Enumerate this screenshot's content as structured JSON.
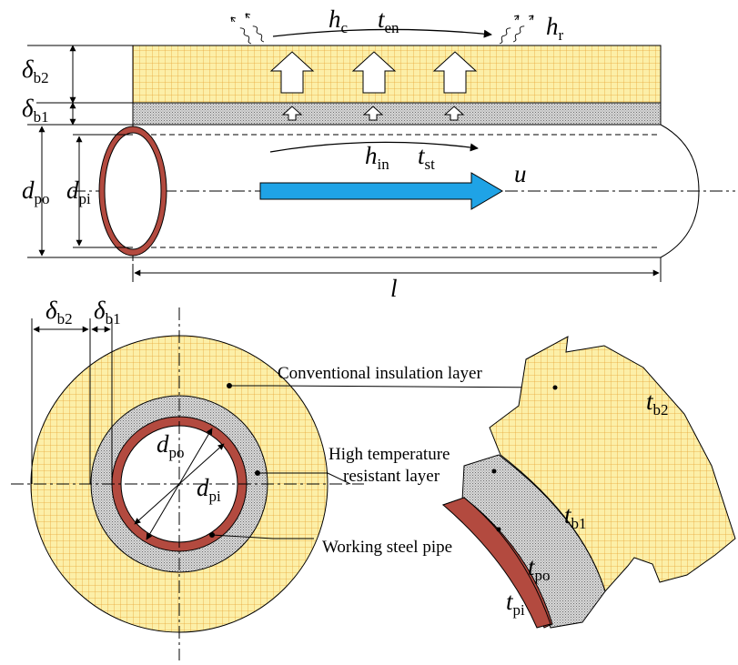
{
  "colors": {
    "insulation": "#fcefa8",
    "insulation_grid": "#e8a63a",
    "resistant": "#d7d7d7",
    "steel": "#b34a3f",
    "flow": "#1fa3e6"
  },
  "top_view": {
    "h_c": {
      "base": "h",
      "sub": "c"
    },
    "t_en": {
      "base": "t",
      "sub": "en"
    },
    "h_r": {
      "base": "h",
      "sub": "r"
    },
    "h_in": {
      "base": "h",
      "sub": "in"
    },
    "t_st": {
      "base": "t",
      "sub": "st"
    },
    "u": "u",
    "delta_b2": {
      "base": "δ",
      "sub": "b2"
    },
    "delta_b1": {
      "base": "δ",
      "sub": "b1"
    },
    "d_po": {
      "base": "d",
      "sub": "po"
    },
    "d_pi": {
      "base": "d",
      "sub": "pi"
    },
    "l": "l"
  },
  "cross_section": {
    "delta_b2": {
      "base": "δ",
      "sub": "b2"
    },
    "delta_b1": {
      "base": "δ",
      "sub": "b1"
    },
    "d_po": {
      "base": "d",
      "sub": "po"
    },
    "d_pi": {
      "base": "d",
      "sub": "pi"
    },
    "label_insulation": "Conventional insulation layer",
    "label_resistant_1": "High temperature",
    "label_resistant_2": "resistant layer",
    "label_steel": "Working steel pipe"
  },
  "fragment": {
    "t_b2": {
      "base": "t",
      "sub": "b2"
    },
    "t_b1": {
      "base": "t",
      "sub": "b1"
    },
    "t_po": {
      "base": "t",
      "sub": "po"
    },
    "t_pi": {
      "base": "t",
      "sub": "pi"
    }
  }
}
